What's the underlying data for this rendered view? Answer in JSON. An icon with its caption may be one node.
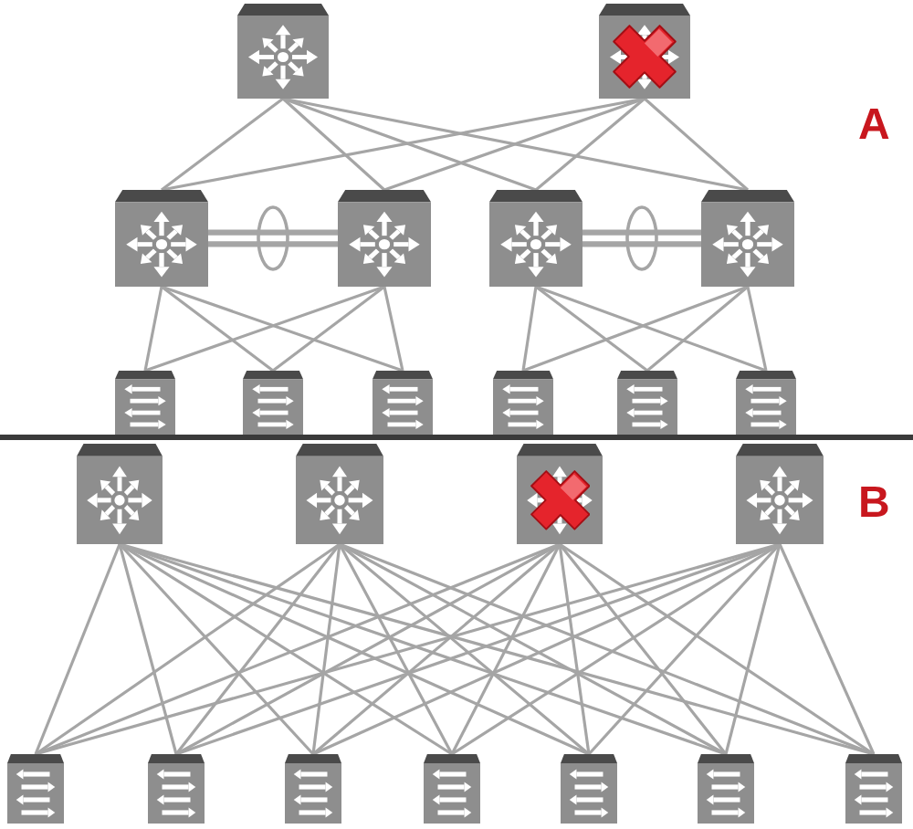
{
  "diagram": {
    "nodes": [
      {
        "text": [],
        "shape": "router"
      },
      {
        "text": [],
        "shape": "router"
      },
      {
        "text": [],
        "shape": "router"
      },
      {
        "text": [],
        "shape": "router"
      },
      {
        "text": [],
        "shape": "router"
      },
      {
        "text": [],
        "shape": "router"
      },
      {
        "text": [],
        "shape": "switch"
      },
      {
        "text": [],
        "shape": "switch"
      },
      {
        "text": [],
        "shape": "switch"
      },
      {
        "text": [],
        "shape": "switch"
      },
      {
        "text": [],
        "shape": "switch"
      },
      {
        "text": [],
        "shape": "switch"
      },
      {
        "text": [],
        "shape": "router"
      },
      {
        "text": [],
        "shape": "router"
      },
      {
        "text": [],
        "shape": "router"
      },
      {
        "text": [],
        "shape": "router"
      },
      {
        "text": [],
        "shape": "switch"
      },
      {
        "text": [],
        "shape": "switch"
      },
      {
        "text": [],
        "shape": "switch"
      },
      {
        "text": [],
        "shape": "switch"
      },
      {
        "text": [],
        "shape": "switch"
      },
      {
        "text": [],
        "shape": "switch"
      },
      {
        "text": [],
        "shape": "switch"
      }
    ],
    "edges": [
      {
        "from": 0,
        "to": 2,
        "arrow": "none"
      },
      {
        "from": 0,
        "to": 3,
        "arrow": "none"
      },
      {
        "from": 0,
        "to": 4,
        "arrow": "none"
      },
      {
        "from": 0,
        "to": 5,
        "arrow": "none"
      },
      {
        "from": 1,
        "to": 2,
        "arrow": "none"
      },
      {
        "from": 1,
        "to": 3,
        "arrow": "none"
      },
      {
        "from": 1,
        "to": 4,
        "arrow": "none"
      },
      {
        "from": 1,
        "to": 5,
        "arrow": "none"
      },
      {
        "from": 2,
        "to": 3,
        "arrow": "none",
        "style": "thick"
      },
      {
        "from": 4,
        "to": 5,
        "arrow": "none",
        "style": "thick"
      },
      {
        "from": 2,
        "to": 6,
        "arrow": "none"
      },
      {
        "from": 2,
        "to": 7,
        "arrow": "none"
      },
      {
        "from": 2,
        "to": 8,
        "arrow": "none"
      },
      {
        "from": 3,
        "to": 6,
        "arrow": "none"
      },
      {
        "from": 3,
        "to": 7,
        "arrow": "none"
      },
      {
        "from": 3,
        "to": 8,
        "arrow": "none"
      },
      {
        "from": 4,
        "to": 9,
        "arrow": "none"
      },
      {
        "from": 4,
        "to": 10,
        "arrow": "none"
      },
      {
        "from": 4,
        "to": 11,
        "arrow": "none"
      },
      {
        "from": 5,
        "to": 9,
        "arrow": "none"
      },
      {
        "from": 5,
        "to": 10,
        "arrow": "none"
      },
      {
        "from": 5,
        "to": 11,
        "arrow": "none"
      },
      {
        "from": 12,
        "to": 16,
        "arrow": "none"
      },
      {
        "from": 12,
        "to": 17,
        "arrow": "none"
      },
      {
        "from": 12,
        "to": 18,
        "arrow": "none"
      },
      {
        "from": 12,
        "to": 19,
        "arrow": "none"
      },
      {
        "from": 12,
        "to": 20,
        "arrow": "none"
      },
      {
        "from": 12,
        "to": 21,
        "arrow": "none"
      },
      {
        "from": 12,
        "to": 22,
        "arrow": "none"
      },
      {
        "from": 13,
        "to": 16,
        "arrow": "none"
      },
      {
        "from": 13,
        "to": 17,
        "arrow": "none"
      },
      {
        "from": 13,
        "to": 18,
        "arrow": "none"
      },
      {
        "from": 13,
        "to": 19,
        "arrow": "none"
      },
      {
        "from": 13,
        "to": 20,
        "arrow": "none"
      },
      {
        "from": 13,
        "to": 21,
        "arrow": "none"
      },
      {
        "from": 13,
        "to": 22,
        "arrow": "none"
      },
      {
        "from": 14,
        "to": 16,
        "arrow": "none"
      },
      {
        "from": 14,
        "to": 17,
        "arrow": "none"
      },
      {
        "from": 14,
        "to": 18,
        "arrow": "none"
      },
      {
        "from": 14,
        "to": 19,
        "arrow": "none"
      },
      {
        "from": 14,
        "to": 20,
        "arrow": "none"
      },
      {
        "from": 14,
        "to": 21,
        "arrow": "none"
      },
      {
        "from": 14,
        "to": 22,
        "arrow": "none"
      },
      {
        "from": 15,
        "to": 16,
        "arrow": "none"
      },
      {
        "from": 15,
        "to": 17,
        "arrow": "none"
      },
      {
        "from": 15,
        "to": 18,
        "arrow": "none"
      },
      {
        "from": 15,
        "to": 19,
        "arrow": "none"
      },
      {
        "from": 15,
        "to": 20,
        "arrow": "none"
      },
      {
        "from": 15,
        "to": 21,
        "arrow": "none"
      },
      {
        "from": 15,
        "to": 22,
        "arrow": "none"
      }
    ],
    "labels": [
      "A",
      "B"
    ]
  }
}
